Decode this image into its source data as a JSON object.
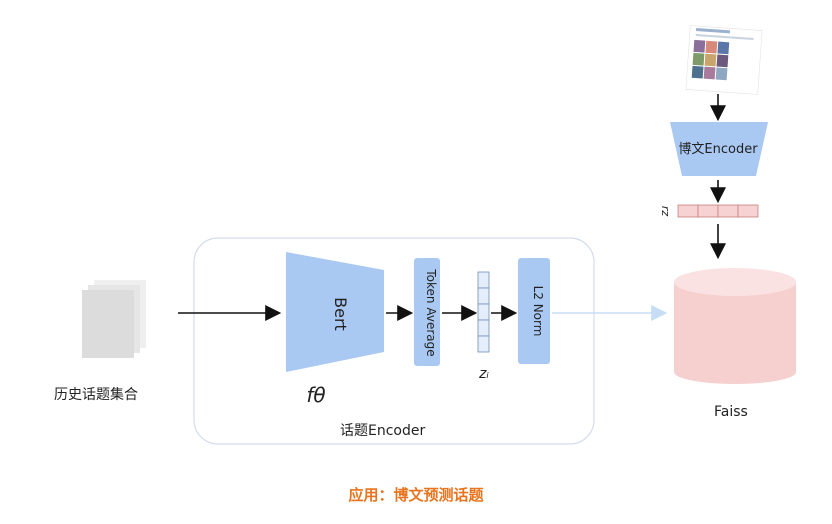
{
  "left": {
    "label": "历史话题集合"
  },
  "module": {
    "label": "话题Encoder"
  },
  "bert": {
    "label": "Bert",
    "param": "fθ"
  },
  "token_average": {
    "label": "Token Average"
  },
  "embedding": {
    "label": "zᵢ"
  },
  "l2norm": {
    "label": "L2 Norm"
  },
  "post_encoder": {
    "label": "博文Encoder"
  },
  "post_embedding": {
    "label": "rz"
  },
  "faiss": {
    "label": "Faiss"
  },
  "caption": {
    "text": "应用：博文预测话题"
  },
  "colors": {
    "blue_block": "#a9c8f2",
    "blue_border": "#5b8fd6",
    "pink_cyl": "#f6cfcf",
    "pink_cell": "#f6d2d2",
    "caption": "#e8741f",
    "frame": "#d4dcec"
  }
}
